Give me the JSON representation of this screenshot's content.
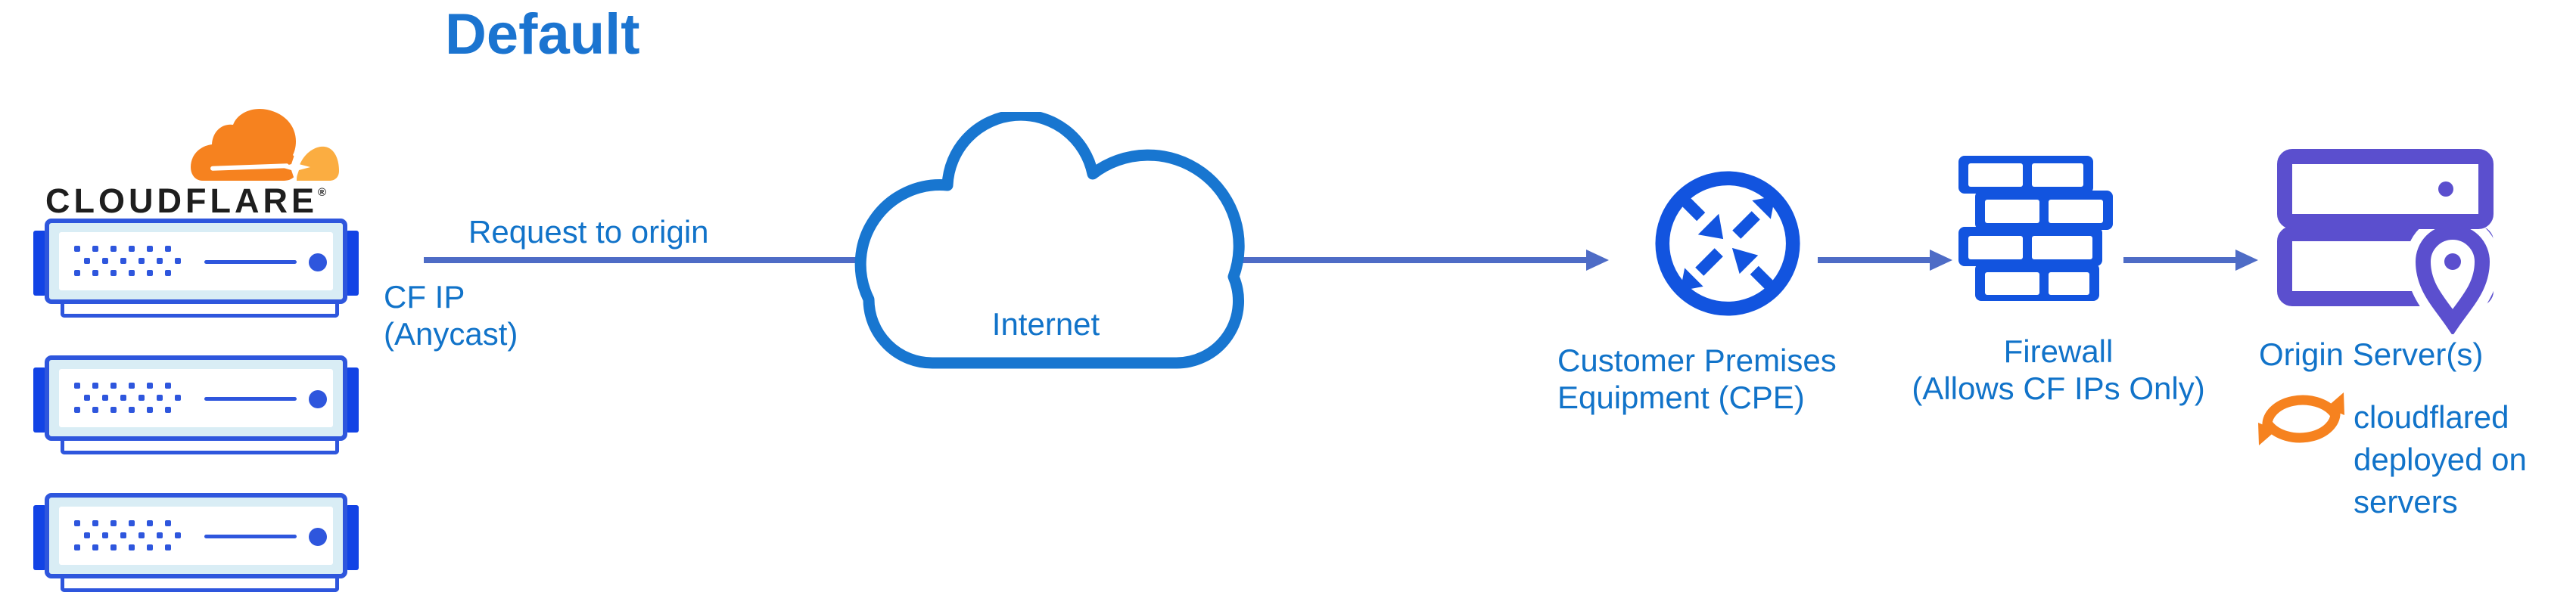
{
  "title": "Default",
  "colors": {
    "title_blue": "#1b74d0",
    "text_blue": "#1173c9",
    "arrow_blue": "#4e6cc6",
    "cloud_stroke": "#1876d0",
    "icon_blue": "#1254df",
    "server_border": "#2e56dd",
    "server_tab": "#1243e5",
    "server_fill": "#d9edf5",
    "purple": "#5b4fce",
    "orange": "#f6821f",
    "orange_light": "#fbad41",
    "logo_black": "#1e1e1e",
    "background": "#ffffff"
  },
  "cloudflare": {
    "brand": "CLOUDFLARE",
    "registered_mark": "®"
  },
  "request_arrow": {
    "label": "Request to origin",
    "sub_label": [
      "CF IP",
      "(Anycast)"
    ]
  },
  "internet": {
    "label": "Internet"
  },
  "cpe": {
    "label": [
      "Customer Premises",
      "Equipment (CPE)"
    ]
  },
  "firewall": {
    "label": [
      "Firewall",
      "(Allows CF IPs Only)"
    ]
  },
  "origin": {
    "label": "Origin Server(s)",
    "note": [
      "cloudflared",
      "deployed on",
      "servers"
    ]
  },
  "icons": {
    "cloudflare-logo-icon": "orange-cloud-logo",
    "edge-server-icon": "server-box",
    "internet-cloud-icon": "cloud-outline",
    "cpe-icon": "router-circle-arrows",
    "firewall-icon": "brick-wall",
    "origin-server-icon": "stacked-servers-with-location-pin",
    "cloudflared-sync-icon": "circular-arrows"
  }
}
